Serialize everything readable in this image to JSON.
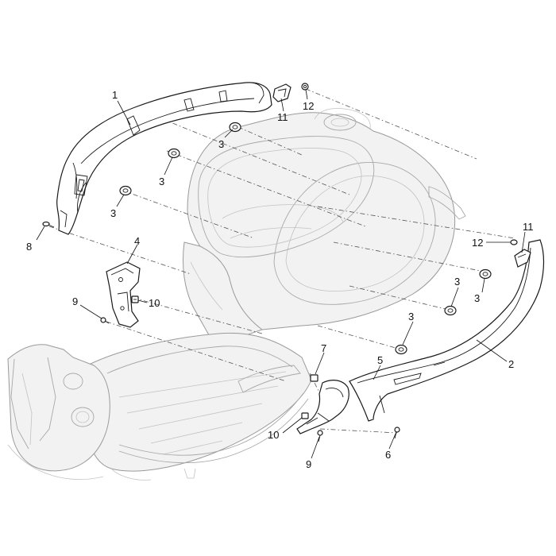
{
  "callouts": [
    {
      "id": "c1",
      "label": "1"
    },
    {
      "id": "c2",
      "label": "2"
    },
    {
      "id": "c3a",
      "label": "3"
    },
    {
      "id": "c3b",
      "label": "3"
    },
    {
      "id": "c3c",
      "label": "3"
    },
    {
      "id": "c3d",
      "label": "3"
    },
    {
      "id": "c3e",
      "label": "3"
    },
    {
      "id": "c3f",
      "label": "3"
    },
    {
      "id": "c4",
      "label": "4"
    },
    {
      "id": "c5",
      "label": "5"
    },
    {
      "id": "c6",
      "label": "6"
    },
    {
      "id": "c7",
      "label": "7"
    },
    {
      "id": "c8",
      "label": "8"
    },
    {
      "id": "c9a",
      "label": "9"
    },
    {
      "id": "c9b",
      "label": "9"
    },
    {
      "id": "c10a",
      "label": "10"
    },
    {
      "id": "c10b",
      "label": "10"
    },
    {
      "id": "c11a",
      "label": "11"
    },
    {
      "id": "c11b",
      "label": "11"
    },
    {
      "id": "c12a",
      "label": "12"
    },
    {
      "id": "c12b",
      "label": "12"
    }
  ]
}
